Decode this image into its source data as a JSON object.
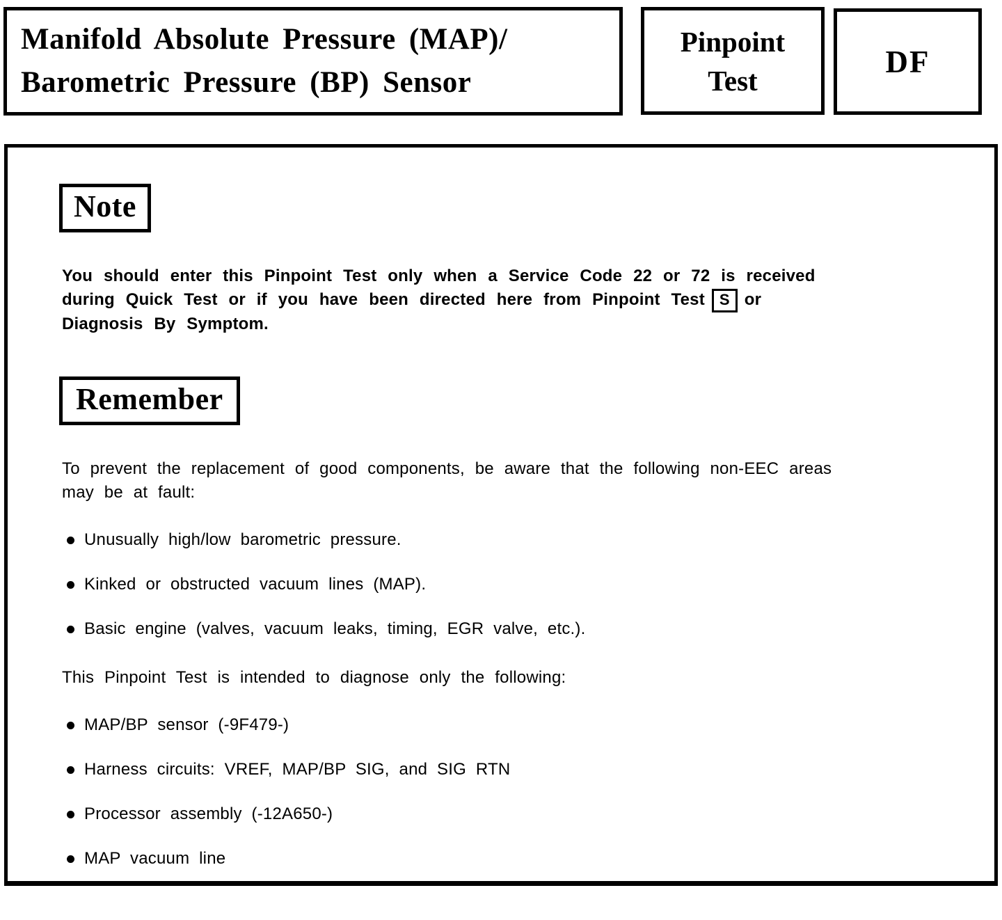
{
  "colors": {
    "ink": "#000000",
    "paper": "#ffffff"
  },
  "header": {
    "title_line1": "Manifold Absolute Pressure (MAP)/",
    "title_line2": "Barometric Pressure (BP) Sensor",
    "pinpoint_label_line1": "Pinpoint",
    "pinpoint_label_line2": "Test",
    "test_code": "DF"
  },
  "note": {
    "label": "Note",
    "line1": "You should enter this Pinpoint Test only when a Service Code 22 or 72 is received",
    "line2_before": "during Quick Test or if you have been directed here from Pinpoint Test",
    "boxed_letter": "S",
    "line2_after": "or",
    "line3": "Diagnosis By Symptom."
  },
  "remember": {
    "label": "Remember",
    "intro_line1": "To prevent the replacement of good components, be aware that the following non-EEC areas",
    "intro_line2": "may be at fault:",
    "fault_items": [
      "Unusually high/low barometric pressure.",
      "Kinked or obstructed vacuum lines (MAP).",
      "Basic engine (valves, vacuum leaks, timing, EGR valve, etc.)."
    ],
    "diagnose_intro": "This Pinpoint Test is intended to diagnose only the following:",
    "diagnose_items": [
      "MAP/BP sensor (-9F479-)",
      "Harness circuits: VREF, MAP/BP SIG, and SIG RTN",
      "Processor assembly (-12A650-)",
      "MAP vacuum line"
    ]
  }
}
